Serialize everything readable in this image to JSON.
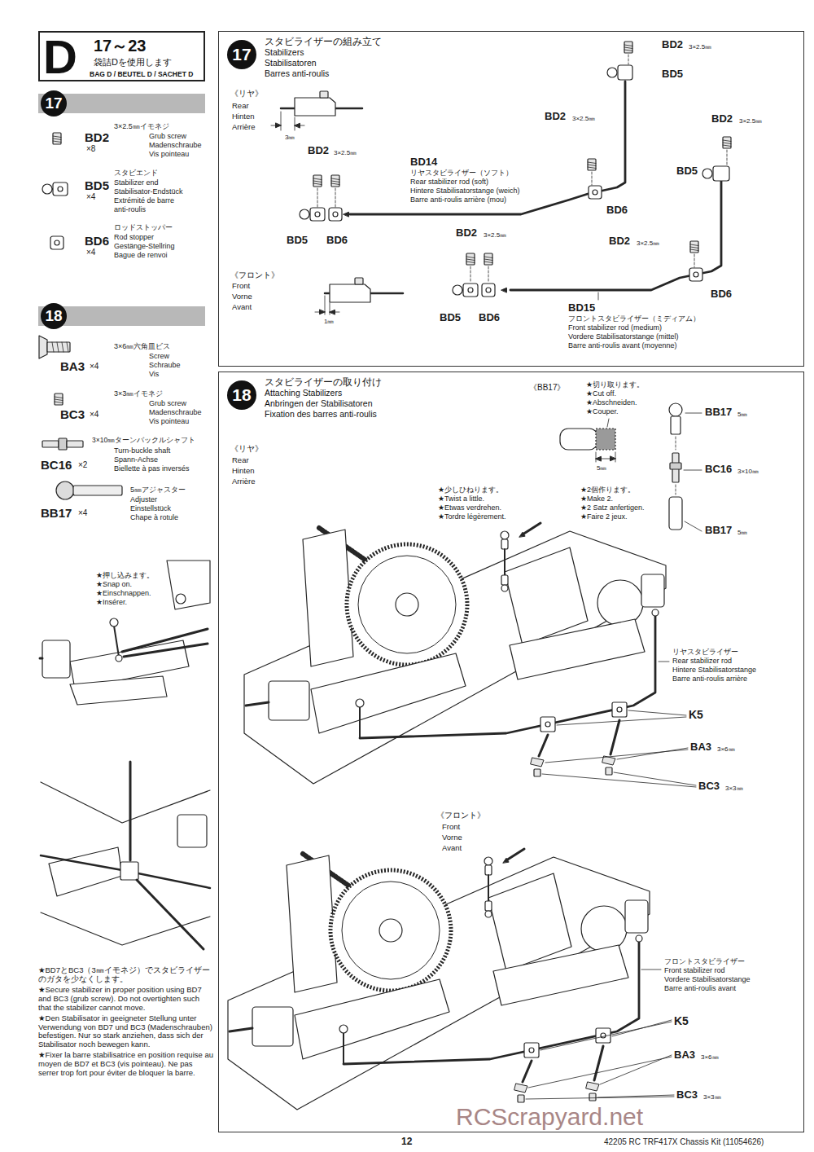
{
  "diagram": {
    "nodes": [
      {
        "text": [
          "D",
          "17～23",
          "袋詰Dを使用します",
          "BAG D / BEUTEL D / SACHET D"
        ]
      },
      {
        "text": [
          "17"
        ]
      },
      {
        "text": [
          "18"
        ]
      },
      {
        "text": [
          "スタビライザーの組み立て",
          "Stabilizers",
          "Stabilisatoren",
          "Barres anti-roulis"
        ]
      },
      {
        "text": [
          "17"
        ],
        "in": 3
      },
      {
        "text": [
          "スタビライザーの取り付け",
          "Attaching Stabilizers",
          "Anbringen der Stabilisatoren",
          "Fixation des barres anti-roulis"
        ]
      },
      {
        "text": [
          "18"
        ],
        "in": 5
      }
    ],
    "labels": [
      "BD2",
      "×8",
      "3×2.5㎜イモネジ",
      "Grub screw",
      "Madenschraube",
      "Vis pointeau",
      "BD5",
      "×4",
      "スタビエンド",
      "Stabilizer end",
      "Stabilisator-Endstück",
      "Extrémité de barre",
      "anti-roulis",
      "BD6",
      "×4",
      "ロッドストッパー",
      "Rod stopper",
      "Gestänge-Stellring",
      "Bague de renvoi",
      "BA3",
      "×4",
      "3×6㎜六角皿ビス",
      "Screw",
      "Schraube",
      "Vis",
      "BC3",
      "×4",
      "3×3㎜イモネジ",
      "Grub screw",
      "Madenschraube",
      "Vis pointeau",
      "BC16",
      "×2",
      "3×10㎜ターンバックルシャフト",
      "Turn-buckle shaft",
      "Spann-Achse",
      "Biellette à pas inversés",
      "BB17",
      "×4",
      "5㎜アジャスター",
      "Adjuster",
      "Einstellstück",
      "Chape à rotule",
      "★押し込みます。",
      "★Snap on.",
      "★Einschnappen.",
      "★Insérer.",
      "★BD7とBC3（3㎜イモネジ）でスタビライザーのガタを少なくします。",
      "★Secure stabilizer in proper position using BD7 and BC3 (grub screw). Do not overtighten such that the stabilizer cannot move.",
      "★Den Stabilisator in geeigneter Stellung unter Verwendung von BD7 und BC3 (Madenschrauben) befestigen. Nur so stark anziehen, dass sich der Stabilisator noch bewegen kann.",
      "★Fixer la barre stabilisatrice en position requise au moyen de BD7 et BC3 (vis pointeau). Ne pas serrer trop fort pour éviter de bloquer la barre.",
      "BD2",
      "3×2.5㎜",
      "BD5",
      "《リヤ》",
      "Rear",
      "Hinten",
      "Arrière",
      "3㎜",
      "BD2",
      "3×2.5㎜",
      "BD14",
      "リヤスタビライザー（ソフト）",
      "Rear stabilizer rod (soft)",
      "Hintere Stabilisatorstange (weich)",
      "Barre anti-roulis arrière (mou)",
      "BD2",
      "3×2.5㎜",
      "BD2",
      "3×2.5㎜",
      "BD5",
      "BD6",
      "BD5",
      "BD6",
      "《フロント》",
      "Front",
      "Vorne",
      "Avant",
      "1㎜",
      "BD2",
      "3×2.5㎜",
      "BD2",
      "3×2.5㎜",
      "BD6",
      "BD5",
      "BD6",
      "BD15",
      "フロントスタビライザー（ミディアム）",
      "Front stabilizer rod (medium)",
      "Vordere Stabilisatorstange (mittel)",
      "Barre anti-roulis avant (moyenne)",
      "《リヤ》",
      "Rear",
      "Hinten",
      "Arrière",
      "《BB17》",
      "★切り取ります。",
      "★Cut off.",
      "★Abschneiden.",
      "★Couper.",
      "5㎜",
      "BB17",
      "5㎜",
      "BC16",
      "3×10㎜",
      "BB17",
      "5㎜",
      "★少しひねります。",
      "★Twist a little.",
      "★Etwas verdrehen.",
      "★Tordre légèrement.",
      "★2個作ります。",
      "★Make 2.",
      "★2 Satz anfertigen.",
      "★Faire 2 jeux.",
      "リヤスタビライザー",
      "Rear stabilizer rod",
      "Hintere Stabilisatorstange",
      "Barre anti-roulis arrière",
      "K5",
      "BA3",
      "3×6㎜",
      "BC3",
      "3×3㎜",
      "《フロント》",
      "Front",
      "Vorne",
      "Avant",
      "フロントスタビライザー",
      "Front stabilizer rod",
      "Vordere Stabilisatorstange",
      "Barre anti-roulis avant",
      "K5",
      "BA3",
      "3×6㎜",
      "BC3",
      "3×3㎜",
      "RCScrapyard.net",
      "12",
      "42205 RC TRF417X Chassis Kit (11054626)"
    ]
  }
}
